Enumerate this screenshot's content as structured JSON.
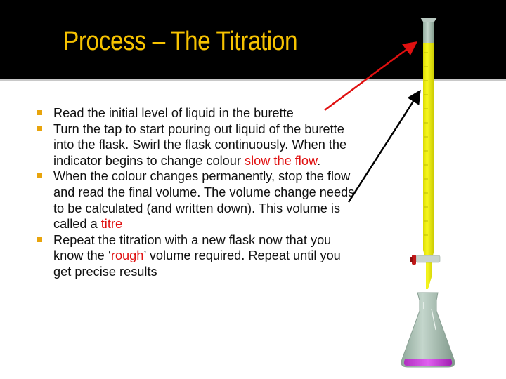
{
  "slide": {
    "title": "Process – The Titration",
    "colors": {
      "header_bg": "#000000",
      "title": "#f6c200",
      "bullet": "#e8a40c",
      "highlight": "#e01010",
      "burette_liquid": "#f0f000",
      "flask_liquid": "#cc44dd"
    },
    "bullets": [
      {
        "text": "Read the initial level of liquid in the burette"
      },
      {
        "text_before": "Turn the tap to start pouring out liquid of the burette into the flask. Swirl the flask continuously. When the indicator begins to change colour ",
        "highlight": "slow the flow",
        "text_after": "."
      },
      {
        "text_before": "When the colour changes permanently, stop the flow and read the final volume. The volume change needs to be calculated (and written down). This volume is called a ",
        "highlight": "titre",
        "text_after": ""
      },
      {
        "text_before": "Repeat the titration with a new flask now that you know the ‘",
        "highlight": "rough",
        "text_after": "’ volume required. Repeat until you get precise results"
      }
    ],
    "illustration": {
      "items": [
        "burette",
        "stopcock-tap",
        "conical-flask",
        "red-arrow-initial-level",
        "black-arrow-burette-scale"
      ]
    }
  }
}
